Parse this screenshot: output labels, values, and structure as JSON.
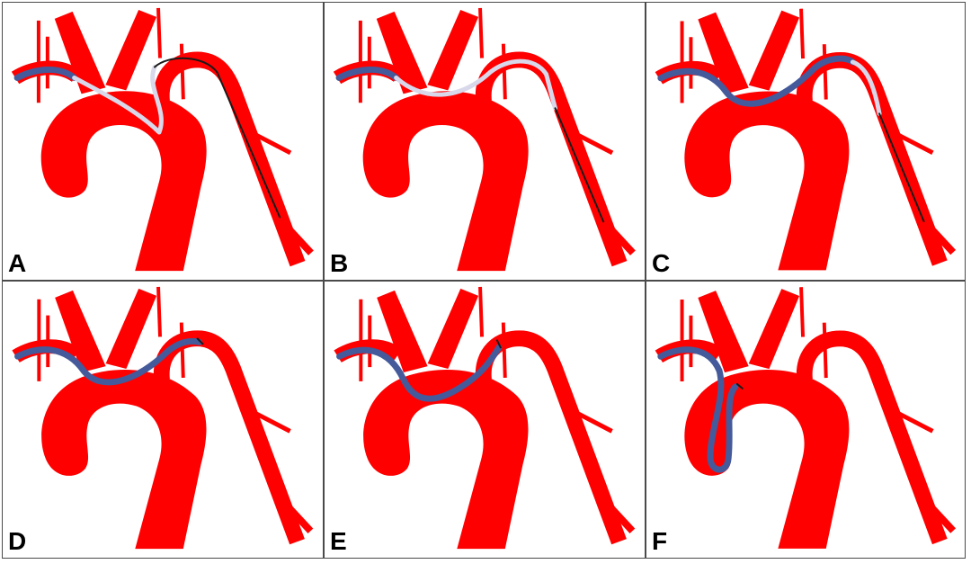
{
  "panels": [
    {
      "label": "A",
      "stage": "light"
    },
    {
      "label": "B",
      "stage": "light-far"
    },
    {
      "label": "C",
      "stage": "blue-light"
    },
    {
      "label": "D",
      "stage": "blue-tip"
    },
    {
      "label": "E",
      "stage": "blue-dip"
    },
    {
      "label": "F",
      "stage": "blue-loop"
    }
  ],
  "colors": {
    "vessel": "#ff0000",
    "catheter_blue": "#445a9a",
    "catheter_light": "#d8d8ea",
    "wire": "#1a1a1a"
  }
}
